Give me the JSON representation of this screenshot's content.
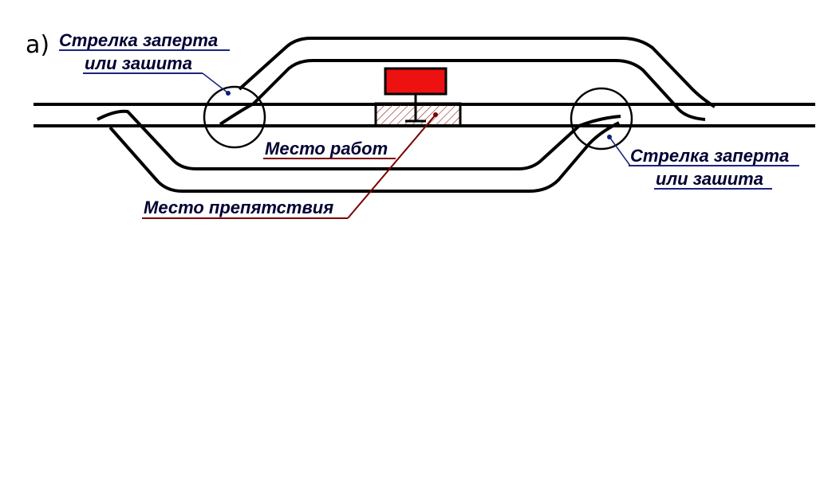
{
  "figure_label": "а)",
  "labels": {
    "switch_left": [
      "Стрелка заперта",
      "или зашита"
    ],
    "work_site": "Место работ",
    "obstacle": "Место препятствия",
    "switch_right": [
      "Стрелка заперта",
      "или зашита"
    ]
  },
  "colors": {
    "track": "#000000",
    "signal": "#ee1111",
    "label_text": "#000033",
    "switch_underline": "#1a237e",
    "work_underline": "#7a0000",
    "pointer_dot": "#0d1f7a",
    "hatch": "#8a2020"
  }
}
